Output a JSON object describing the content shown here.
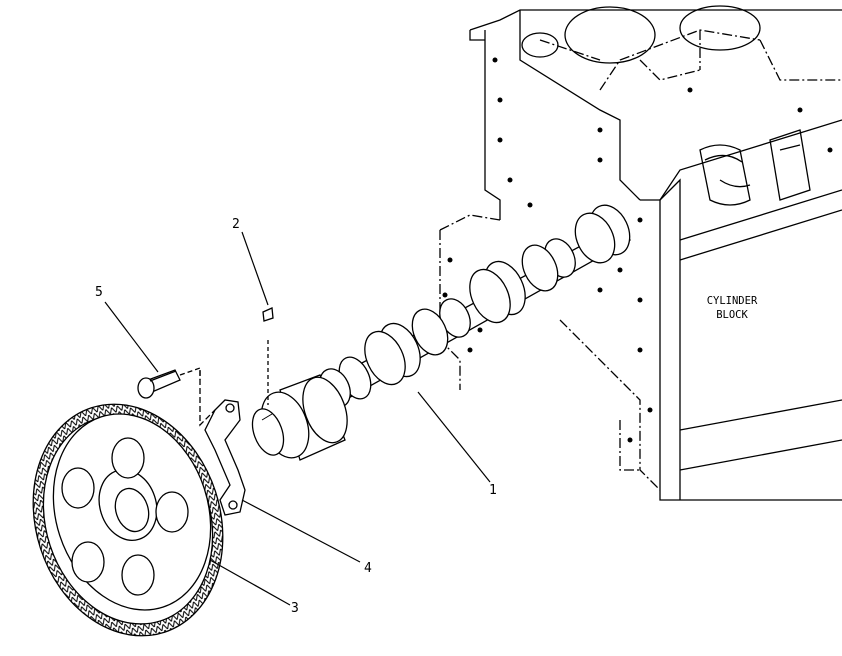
{
  "callouts": {
    "camshaft": "1",
    "key": "2",
    "gear": "3",
    "thrust_plate": "4",
    "bolt": "5"
  },
  "block_label": {
    "line1": "CYLINDER",
    "line2": "BLOCK"
  }
}
